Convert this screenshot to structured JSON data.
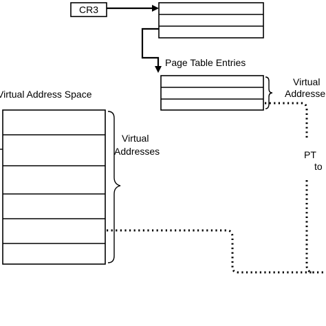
{
  "cr3_label": "CR3",
  "page_table_entries_label": "Page Table Entries",
  "virtual_address_space_label": "Virtual Address Space",
  "virtual_addresses_label": {
    "line1": "Virtual",
    "line2": "Addresses"
  },
  "right_virtual_addresses_label": {
    "line1": "Virtual",
    "line2": "Addresse"
  },
  "right_edge_label": {
    "line1": "PT",
    "line2": "to"
  }
}
